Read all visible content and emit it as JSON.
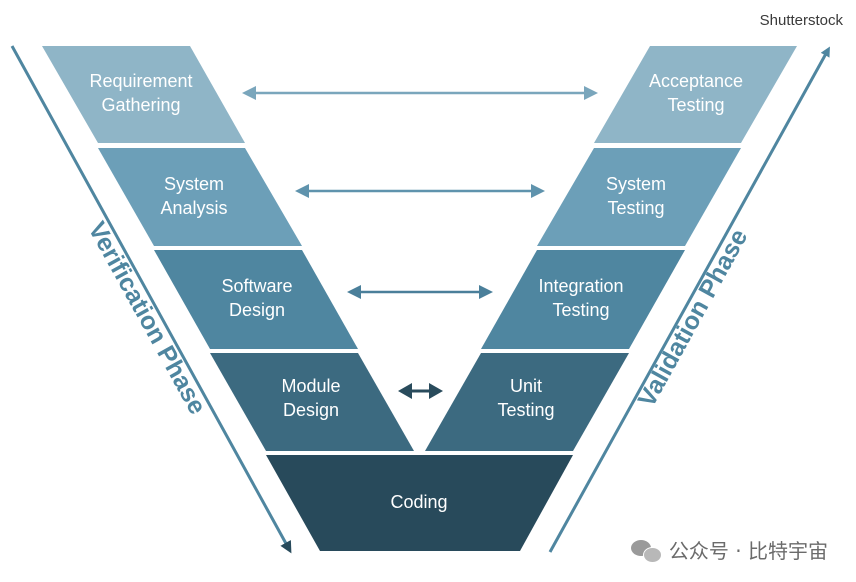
{
  "watermark": {
    "top": "Shutterstock",
    "bottom": "公众号 · 比特宇宙"
  },
  "phases": {
    "left": "Verification Phase",
    "right": "Validation Phase"
  },
  "left_stages": [
    {
      "line1": "Requirement",
      "line2": "Gathering"
    },
    {
      "line1": "System",
      "line2": "Analysis"
    },
    {
      "line1": "Software",
      "line2": "Design"
    },
    {
      "line1": "Module",
      "line2": "Design"
    }
  ],
  "right_stages": [
    {
      "line1": "Acceptance",
      "line2": "Testing"
    },
    {
      "line1": "System",
      "line2": "Testing"
    },
    {
      "line1": "Integration",
      "line2": "Testing"
    },
    {
      "line1": "Unit",
      "line2": "Testing"
    }
  ],
  "bottom_stage": "Coding",
  "colors": {
    "band1": "#8fb5c7",
    "band2": "#6c9fb8",
    "band3": "#4f86a0",
    "band4": "#3c6a80",
    "band5": "#284a5b",
    "arrow1": "#7aa6bc",
    "arrow2": "#5f93ad",
    "arrow3": "#4a7f9a",
    "arrow4": "#294b5c",
    "side_arrow": "#4f86a0",
    "phase_text": "#4f86a0"
  }
}
